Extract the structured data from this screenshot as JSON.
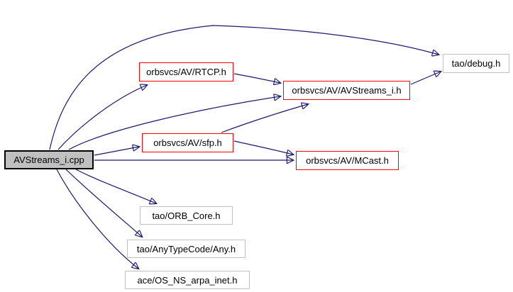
{
  "diagram": {
    "type": "include-dependency-graph",
    "nodes": [
      {
        "id": "main",
        "label": "AVStreams_i.cpp",
        "style": "main"
      },
      {
        "id": "rtcp",
        "label": "orbsvcs/AV/RTCP.h",
        "style": "documented"
      },
      {
        "id": "avstreams_h",
        "label": "orbsvcs/AV/AVStreams_i.h",
        "style": "documented"
      },
      {
        "id": "debug",
        "label": "tao/debug.h",
        "style": "plain"
      },
      {
        "id": "sfp",
        "label": "orbsvcs/AV/sfp.h",
        "style": "documented"
      },
      {
        "id": "mcast",
        "label": "orbsvcs/AV/MCast.h",
        "style": "documented"
      },
      {
        "id": "orb_core",
        "label": "tao/ORB_Core.h",
        "style": "plain"
      },
      {
        "id": "any",
        "label": "tao/AnyTypeCode/Any.h",
        "style": "plain"
      },
      {
        "id": "arpa_inet",
        "label": "ace/OS_NS_arpa_inet.h",
        "style": "plain"
      }
    ],
    "edges": [
      {
        "from": "main",
        "to": "debug"
      },
      {
        "from": "main",
        "to": "rtcp"
      },
      {
        "from": "main",
        "to": "avstreams_h"
      },
      {
        "from": "main",
        "to": "sfp"
      },
      {
        "from": "main",
        "to": "mcast"
      },
      {
        "from": "main",
        "to": "orb_core"
      },
      {
        "from": "main",
        "to": "any"
      },
      {
        "from": "main",
        "to": "arpa_inet"
      },
      {
        "from": "rtcp",
        "to": "avstreams_h"
      },
      {
        "from": "avstreams_h",
        "to": "debug"
      },
      {
        "from": "sfp",
        "to": "avstreams_h"
      },
      {
        "from": "sfp",
        "to": "mcast"
      }
    ],
    "colors": {
      "edge": "#191970",
      "red_border": "#ff0000",
      "gray_border": "#c0c0c0",
      "main_fill": "#c0c0c0",
      "main_border": "#000000",
      "text": "#000000",
      "background": "#ffffff"
    }
  }
}
